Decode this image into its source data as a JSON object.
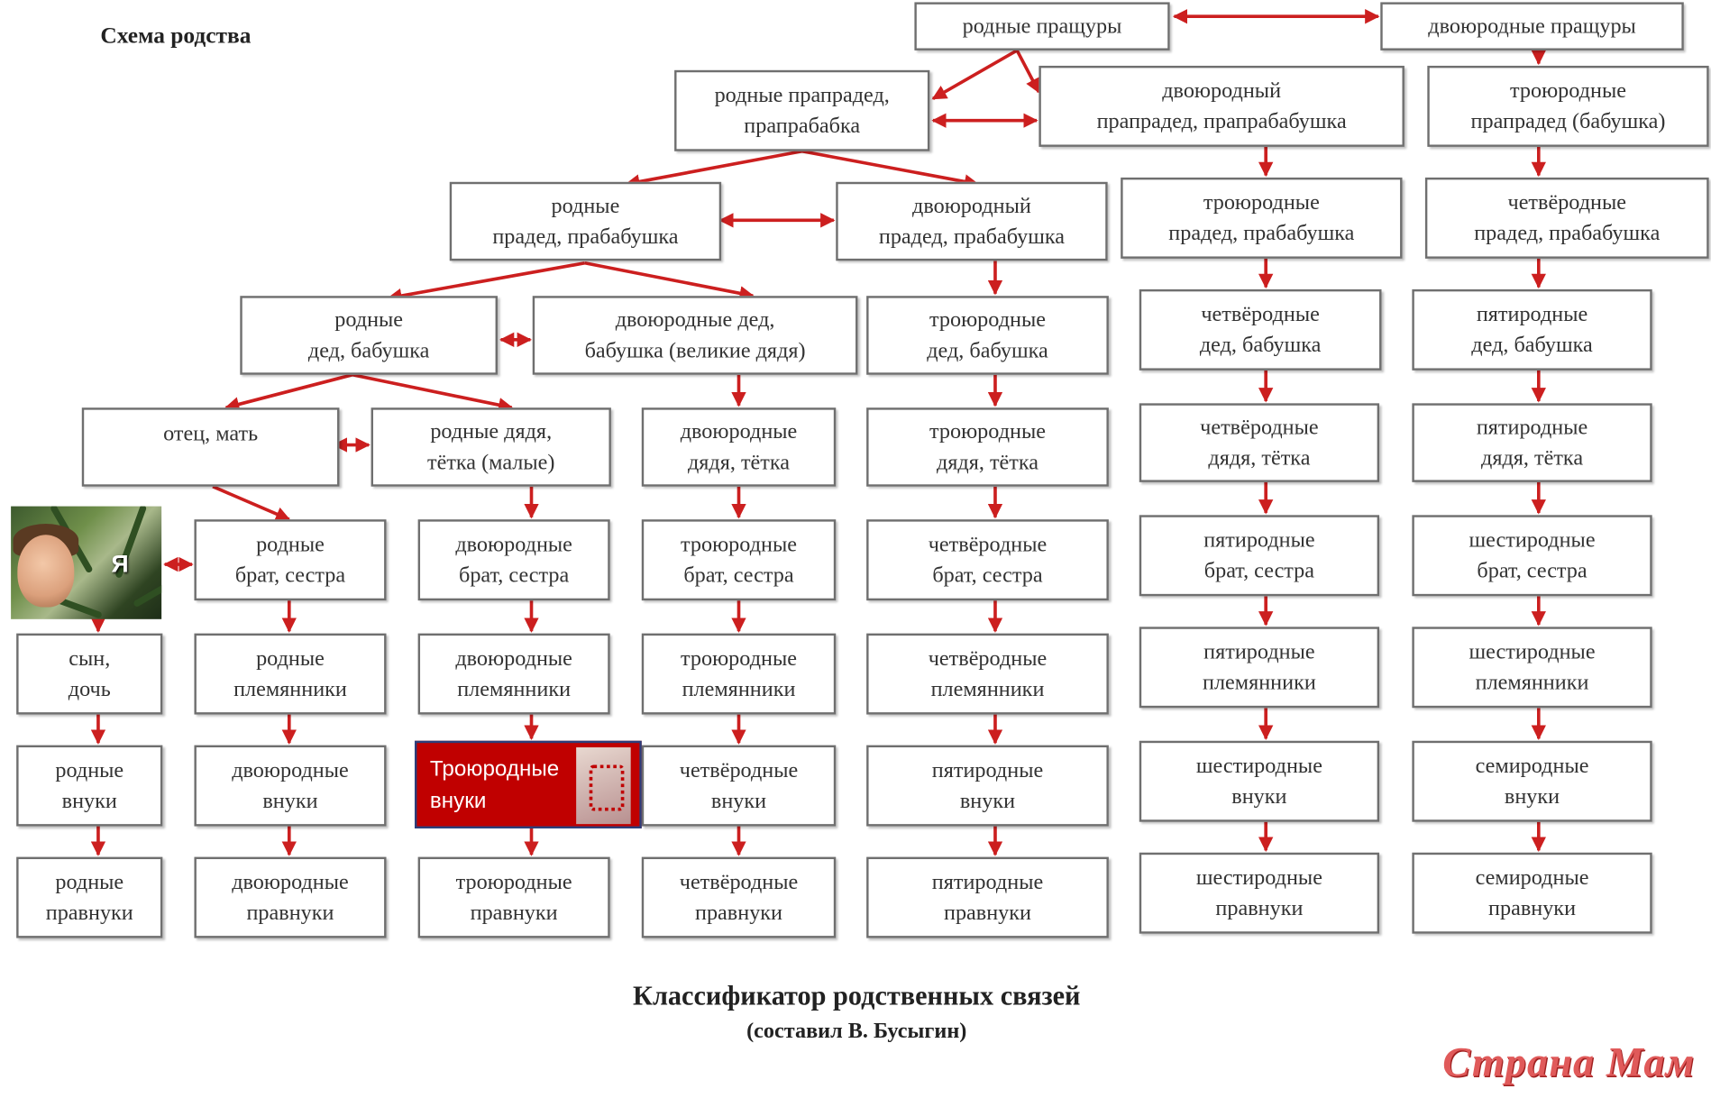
{
  "title": "Схема родства",
  "caption_main": "Классификатор родственных связей",
  "caption_sub": "(составил В. Бусыгин)",
  "brand": "Страна Мам",
  "me_label": "Я",
  "highlight_label": "Троюродные\nвнуки",
  "colors": {
    "arrow": "#cc1f1f",
    "box_border": "#6f6f6f",
    "highlight": "#c00000"
  },
  "nodes": [
    {
      "id": "n_prashchury",
      "label": "родные пращуры"
    },
    {
      "id": "n_dv_prashchury",
      "label": "двоюродные пращуры"
    },
    {
      "id": "n_prapraded",
      "label": "родные прапрадед,\nпрапрабабка"
    },
    {
      "id": "n_dv_prapraded",
      "label": "двоюродный\nпрапрадед, прапрабабушка"
    },
    {
      "id": "n_tr_prapraded",
      "label": "троюродные\nпрапрадед (бабушка)"
    },
    {
      "id": "n_praded",
      "label": "родные\nпрадед, прабабушка"
    },
    {
      "id": "n_dv_praded",
      "label": "двоюродный\nпрадед, прабабушка"
    },
    {
      "id": "n_tr_praded",
      "label": "троюродные\nпрадед, прабабушка"
    },
    {
      "id": "n_ch_praded",
      "label": "четвёродные\nпрадед, прабабушка"
    },
    {
      "id": "n_ded",
      "label": "родные\nдед, бабушка"
    },
    {
      "id": "n_dv_ded",
      "label": "двоюродные дед,\nбабушка (великие дядя)"
    },
    {
      "id": "n_tr_ded",
      "label": "троюродные\nдед, бабушка"
    },
    {
      "id": "n_ch_ded",
      "label": "четвёродные\nдед, бабушка"
    },
    {
      "id": "n_p_ded",
      "label": "пятиродные\nдед, бабушка"
    },
    {
      "id": "n_otec",
      "label": "отец, мать"
    },
    {
      "id": "n_dyadya",
      "label": "родные  дядя,\nтётка (малые)"
    },
    {
      "id": "n_dv_dyadya",
      "label": "двоюродные\nдядя, тётка"
    },
    {
      "id": "n_tr_dyadya",
      "label": "троюродные\nдядя, тётка"
    },
    {
      "id": "n_ch_dyadya",
      "label": "четвёродные\nдядя, тётка"
    },
    {
      "id": "n_p_dyadya",
      "label": "пятиродные\nдядя, тётка"
    },
    {
      "id": "n_brat",
      "label": "родные\nбрат, сестра"
    },
    {
      "id": "n_dv_brat",
      "label": "двоюродные\nбрат, сестра"
    },
    {
      "id": "n_tr_brat",
      "label": "троюродные\nбрат, сестра"
    },
    {
      "id": "n_ch_brat",
      "label": "четвёродные\nбрат, сестра"
    },
    {
      "id": "n_p_brat",
      "label": "пятиродные\nбрат, сестра"
    },
    {
      "id": "n_sh_brat",
      "label": "шестиродные\nбрат, сестра"
    },
    {
      "id": "n_syn",
      "label": "сын,\nдочь"
    },
    {
      "id": "n_plem",
      "label": "родные\nплемянники"
    },
    {
      "id": "n_dv_plem",
      "label": "двоюродные\nплемянники"
    },
    {
      "id": "n_tr_plem",
      "label": "троюродные\nплемянники"
    },
    {
      "id": "n_ch_plem",
      "label": "четвёродные\nплемянники"
    },
    {
      "id": "n_p_plem",
      "label": "пятиродные\nплемянники"
    },
    {
      "id": "n_sh_plem",
      "label": "шестиродные\nплемянники"
    },
    {
      "id": "n_vnuki",
      "label": "родные\nвнуки"
    },
    {
      "id": "n_dv_vnuki",
      "label": "двоюродные\nвнуки"
    },
    {
      "id": "n_ch_vnuki",
      "label": "четвёродные\nвнуки"
    },
    {
      "id": "n_p_vnuki",
      "label": "пятиродные\nвнуки"
    },
    {
      "id": "n_sh_vnuki",
      "label": "шестиродные\nвнуки"
    },
    {
      "id": "n_s_vnuki",
      "label": "семиродные\nвнуки"
    },
    {
      "id": "n_pravnuki",
      "label": "родные\nправнуки"
    },
    {
      "id": "n_dv_pravnuki",
      "label": "двоюродные\nправнуки"
    },
    {
      "id": "n_tr_pravnuki",
      "label": "троюродные\nправнуки"
    },
    {
      "id": "n_ch_pravnuki",
      "label": "четвёродные\nправнуки"
    },
    {
      "id": "n_p_pravnuki",
      "label": "пятиродные\nправнуки"
    },
    {
      "id": "n_sh_pravnuki",
      "label": "шестиродные\nправнуки"
    },
    {
      "id": "n_s_pravnuki",
      "label": "семиродные\nправнуки"
    }
  ]
}
